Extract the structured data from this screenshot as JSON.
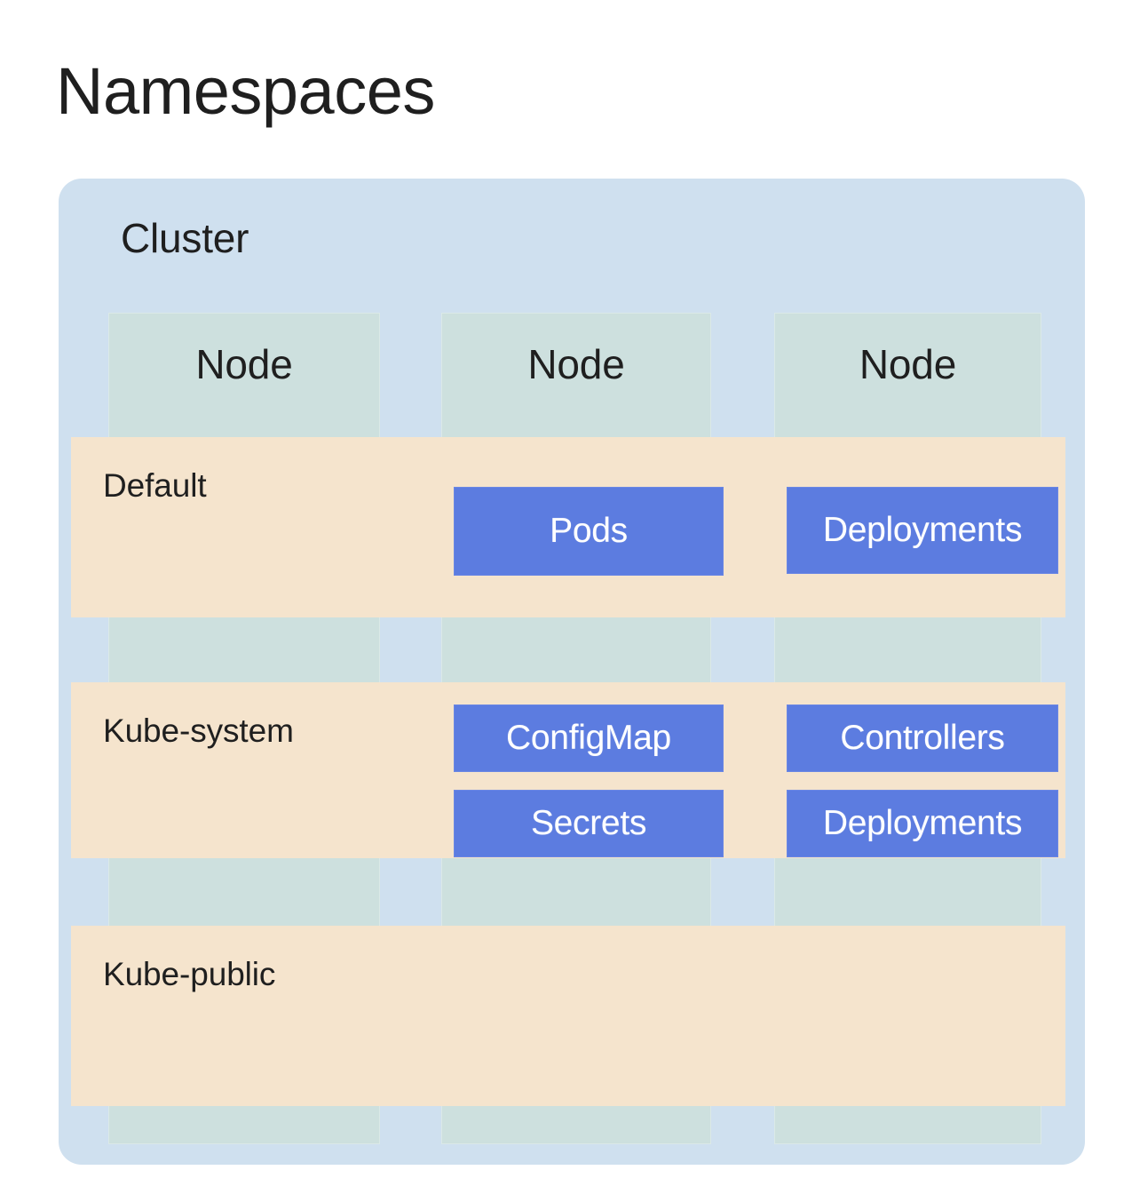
{
  "title": "Namespaces",
  "cluster": {
    "label": "Cluster",
    "nodes": [
      {
        "label": "Node"
      },
      {
        "label": "Node"
      },
      {
        "label": "Node"
      }
    ],
    "namespaces": [
      {
        "label": "Default",
        "resources": [
          {
            "label": "Pods",
            "column": 1
          },
          {
            "label": "Deployments",
            "column": 2
          }
        ]
      },
      {
        "label": "Kube-system",
        "resources": [
          {
            "label": "ConfigMap",
            "column": 1
          },
          {
            "label": "Secrets",
            "column": 1
          },
          {
            "label": "Controllers",
            "column": 2
          },
          {
            "label": "Deployments",
            "column": 2
          }
        ]
      },
      {
        "label": "Kube-public",
        "resources": []
      }
    ]
  },
  "colors": {
    "page_background": "#ffffff",
    "cluster_background": "#cfe0ef",
    "node_background": "#cde0de",
    "namespace_background": "#f5e4cd",
    "resource_background": "#5c7ce0",
    "resource_text": "#ffffff",
    "heading_text": "#1f1f1f"
  }
}
